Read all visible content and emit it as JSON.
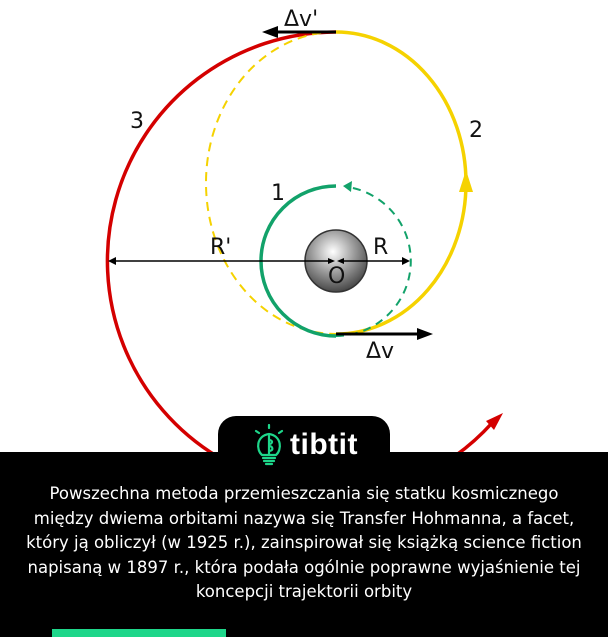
{
  "diagram": {
    "labels": {
      "orbit1": "1",
      "orbit2": "2",
      "orbit3": "3",
      "delta_v": "Δv",
      "delta_v_prime": "Δv'",
      "radius_inner": "R",
      "radius_outer": "R'",
      "center": "O"
    },
    "colors": {
      "orbit1": "#12a26a",
      "orbit2": "#f5d200",
      "orbit3": "#d40000",
      "arrows": "#000000"
    }
  },
  "brand": {
    "name": "tibtit",
    "icon": "lightbulb-brain-icon",
    "accent": "#1ed68a"
  },
  "caption": {
    "text": "Powszechna metoda przemieszczania się statku kosmicznego między dwiema orbitami nazywa się Transfer Hohmanna, a facet, który ją obliczył (w 1925 r.), zainspirował się książką science fiction napisaną w 1897 r., która podała ogólnie poprawne wyjaśnienie tej koncepcji trajektorii orbity"
  }
}
